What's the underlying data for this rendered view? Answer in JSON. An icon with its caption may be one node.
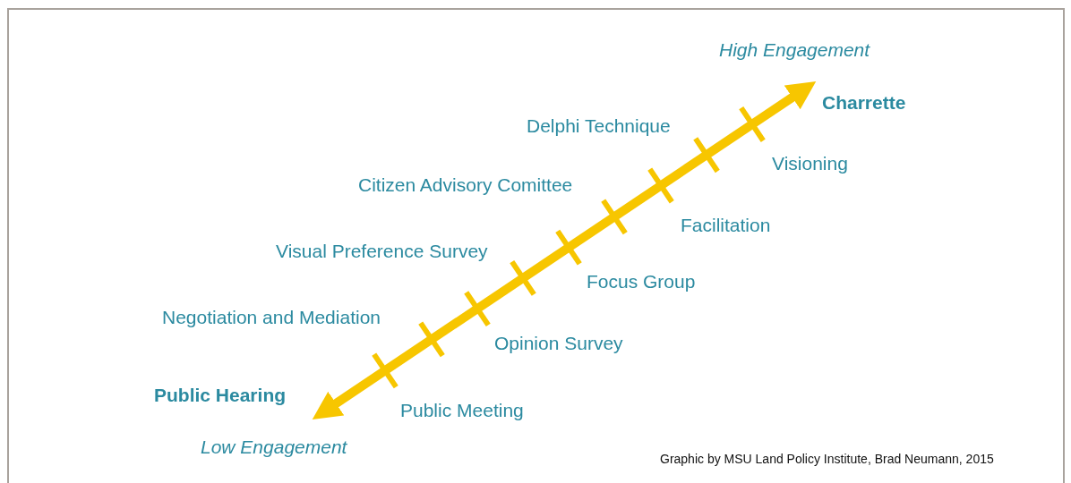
{
  "diagram": {
    "caption": "Graphic by MSU Land Policy Institute, Brad Neumann, 2015",
    "labels": [
      "High Engagement",
      "Charrette",
      "Delphi Technique",
      "Visioning",
      "Citizen Advisory Comittee",
      "Facilitation",
      "Visual Preference Survey",
      "Focus Group",
      "Negotiation and Mediation",
      "Opinion Survey",
      "Public Hearing",
      "Public Meeting",
      "Low Engagement"
    ]
  }
}
